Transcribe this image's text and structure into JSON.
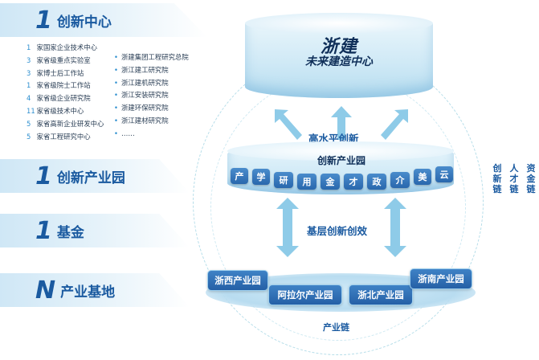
{
  "left": {
    "banners": [
      {
        "num": "1",
        "label": "创新中心"
      },
      {
        "num": "1",
        "label": "创新产业园"
      },
      {
        "num": "1",
        "label": "基金"
      },
      {
        "num": "N",
        "label": "产业基地"
      }
    ],
    "center_list": [
      {
        "n": "1",
        "text": "家国家企业技术中心"
      },
      {
        "n": "3",
        "text": "家省级重点实验室"
      },
      {
        "n": "3",
        "text": "家博士后工作站"
      },
      {
        "n": "1",
        "text": "家省级院士工作站"
      },
      {
        "n": "4",
        "text": "家省级企业研究院"
      },
      {
        "n": "11",
        "text": "家省级技术中心"
      },
      {
        "n": "5",
        "text": "家省高新企业研发中心"
      },
      {
        "n": "5",
        "text": "家省工程研究中心"
      }
    ],
    "institutes": [
      "浙建集团工程研究总院",
      "浙江建工研究院",
      "浙江建机研究院",
      "浙江安装研究院",
      "浙建环保研究院",
      "浙江建材研究院",
      "……"
    ]
  },
  "center": {
    "logo_top": "浙建",
    "logo_bottom": "未来建造中心",
    "upper_arrow_label": "高水平创新",
    "park_title": "创新产业园",
    "chips": [
      "产",
      "学",
      "研",
      "用",
      "金",
      "才",
      "政",
      "介",
      "美",
      "云"
    ],
    "lower_arrow_label": "基层创新创效",
    "parks": [
      "浙西产业园",
      "阿拉尔产业园",
      "浙北产业园",
      "浙南产业园"
    ],
    "ring_label": "产业链"
  },
  "right": {
    "chains": [
      {
        "top": "创",
        "bottom": "新",
        "tail": "链"
      },
      {
        "top": "人",
        "bottom": "才",
        "tail": "链"
      },
      {
        "top": "资",
        "bottom": "金",
        "tail": "链"
      }
    ]
  },
  "colors": {
    "primary": "#1a5aa0",
    "chip": "#2967ad",
    "light": "#cfe7f6",
    "arrow": "#8ecbe8"
  }
}
